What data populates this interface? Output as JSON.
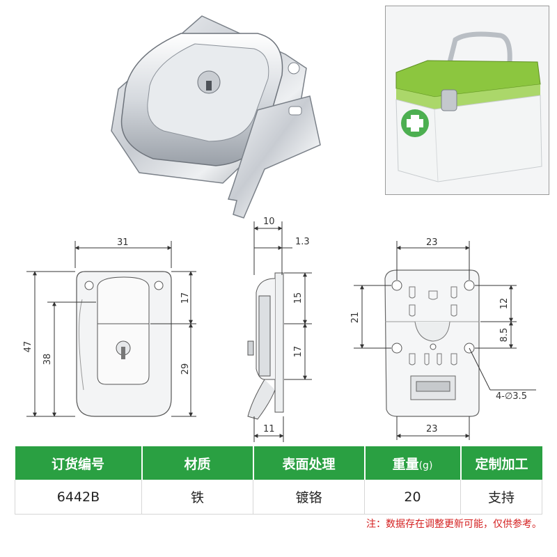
{
  "drawing": {
    "front_width": "31",
    "front_height_total": "47",
    "front_body_height": "38",
    "front_top_section": "17",
    "front_bottom_section": "29",
    "side_depth": "10",
    "side_thickness": "1.3",
    "side_upper": "15",
    "side_lower": "17",
    "side_base": "11",
    "back_width_top": "23",
    "back_width_bottom": "23",
    "back_height": "21",
    "back_upper": "12",
    "back_lower": "8.5",
    "back_holes": "4-∅3.5"
  },
  "table": {
    "headers": {
      "order_no": "订货编号",
      "material": "材质",
      "surface": "表面处理",
      "weight": "重量",
      "weight_unit": "(g)",
      "custom": "定制加工"
    },
    "row": {
      "order_no": "6442B",
      "material": "铁",
      "surface": "镀铬",
      "weight": "20",
      "custom": "支持"
    }
  },
  "note": "注：数据存在调整更新可能，仅供参考。",
  "colors": {
    "header_green": "#2aa042",
    "note_red": "#d42020",
    "lid_green": "#8cc63f"
  }
}
